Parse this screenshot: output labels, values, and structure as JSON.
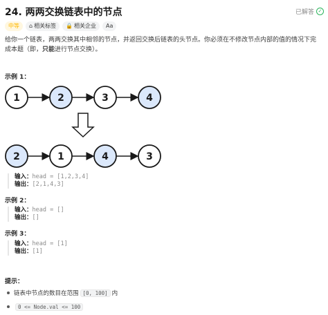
{
  "problem": {
    "title": "24. 两两交换链表中的节点",
    "status": "已解答"
  },
  "tags": {
    "difficulty": "中等",
    "related_tags": "相关标签",
    "related_companies": "相关企业",
    "font_toggle": "Aa"
  },
  "description": {
    "part1": "给你一个链表，两两交换其中相邻的节点，并返回交换后链表的头节点。你必须在不修改节点内部的值的情况下完成本题（即，",
    "bold": "只能",
    "part2": "进行节点交换）。"
  },
  "example1": {
    "heading": "示例 1：",
    "before_nodes": [
      "1",
      "2",
      "3",
      "4"
    ],
    "before_highlight": [
      false,
      true,
      false,
      true
    ],
    "after_nodes": [
      "2",
      "1",
      "4",
      "3"
    ],
    "after_highlight": [
      true,
      false,
      true,
      false
    ],
    "input_label": "输入：",
    "input_value": "head = [1,2,3,4]",
    "output_label": "输出：",
    "output_value": "[2,1,4,3]"
  },
  "example2": {
    "heading": "示例 2：",
    "input_label": "输入：",
    "input_value": "head = []",
    "output_label": "输出：",
    "output_value": "[]"
  },
  "example3": {
    "heading": "示例 3：",
    "input_label": "输入：",
    "input_value": "head = [1]",
    "output_label": "输出：",
    "output_value": "[1]"
  },
  "hints": {
    "heading": "提示：",
    "item1_pre": "链表中节点的数目在范围",
    "item1_code": "[0, 100]",
    "item1_post": "内",
    "item2_code": "0 <= Node.val <= 100"
  },
  "colors": {
    "node_fill": "#ffffff",
    "node_highlight": "#dbe8fb",
    "node_stroke": "#1a1a1a",
    "difficulty": "#ffb800",
    "solved": "#2db55d"
  }
}
